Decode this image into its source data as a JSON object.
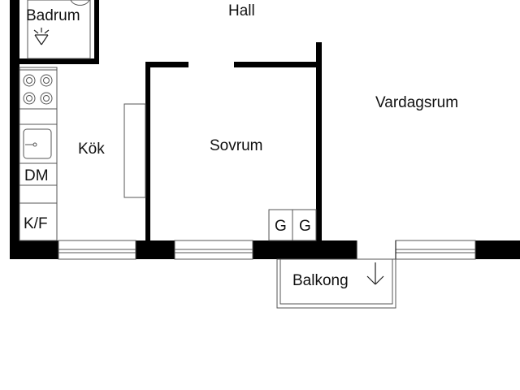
{
  "rooms": {
    "badrum": "Badrum",
    "hall": "Hall",
    "vardagsrum": "Vardagsrum",
    "kok": "Kök",
    "sovrum": "Sovrum",
    "balkong": "Balkong"
  },
  "fixtures": {
    "dishwasher": "DM",
    "fridge_freezer": "K/F",
    "wardrobe_1": "G",
    "wardrobe_2": "G"
  },
  "icons": {
    "balcony_arrow": "arrow-down-icon",
    "bathroom_lamp": "ceiling-lamp-icon",
    "stove": "stove-icon",
    "sink": "sink-icon"
  },
  "colors": {
    "wall": "#000000",
    "line": "#555555",
    "background": "#ffffff"
  }
}
